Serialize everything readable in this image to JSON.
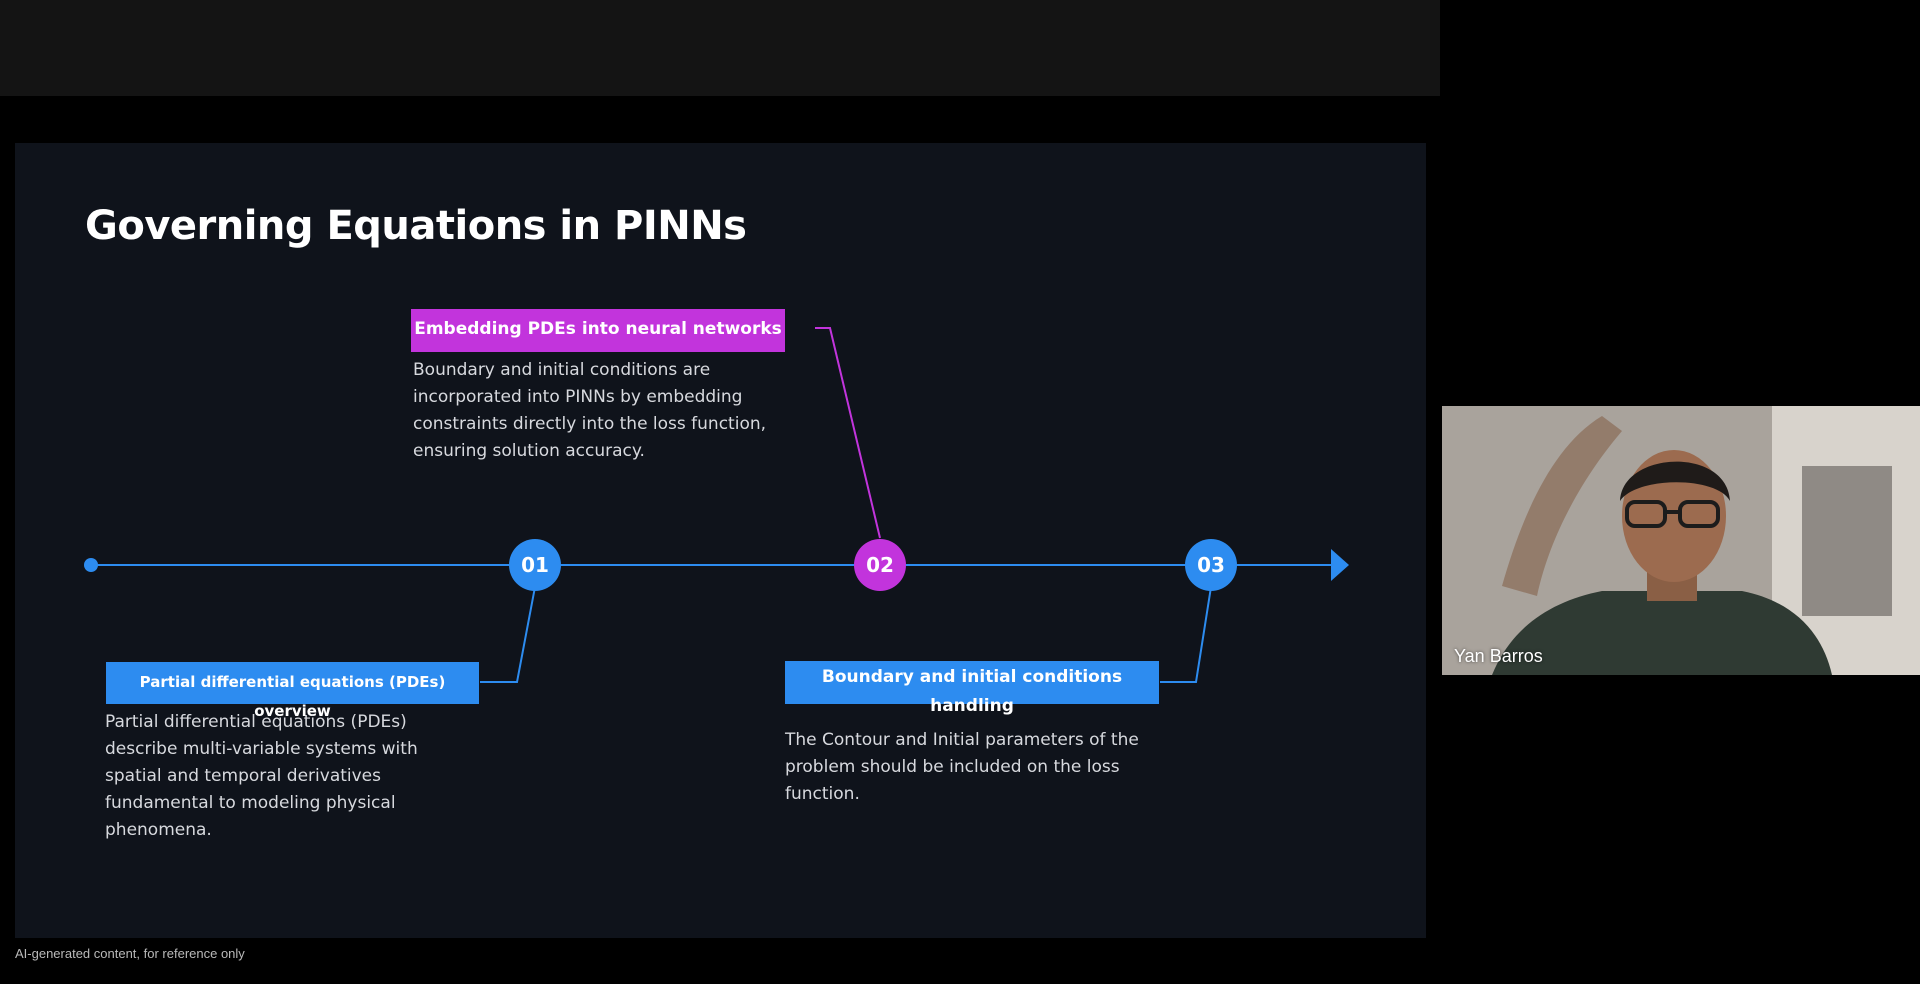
{
  "colors": {
    "accent_blue": "#2d8cf0",
    "accent_magenta": "#c234dc",
    "slide_bg": "#0f131b",
    "page_bg": "#000000"
  },
  "slide": {
    "title": "Governing Equations in PINNs",
    "steps": [
      {
        "number": "01",
        "heading": "Partial differential equations (PDEs) overview",
        "description": "Partial differential equations (PDEs) describe multi-variable systems with spatial and temporal derivatives fundamental to modeling physical phenomena."
      },
      {
        "number": "02",
        "heading": "Embedding PDEs into neural networks",
        "description": "Boundary and initial conditions are incorporated into PINNs by embedding constraints directly into the loss function, ensuring solution accuracy."
      },
      {
        "number": "03",
        "heading": "Boundary and initial conditions handling",
        "description": "The Contour and Initial parameters of the problem should be included on the loss function."
      }
    ]
  },
  "video": {
    "participant_name": "Yan Barros"
  },
  "footer": {
    "note": "AI-generated content, for reference only"
  }
}
